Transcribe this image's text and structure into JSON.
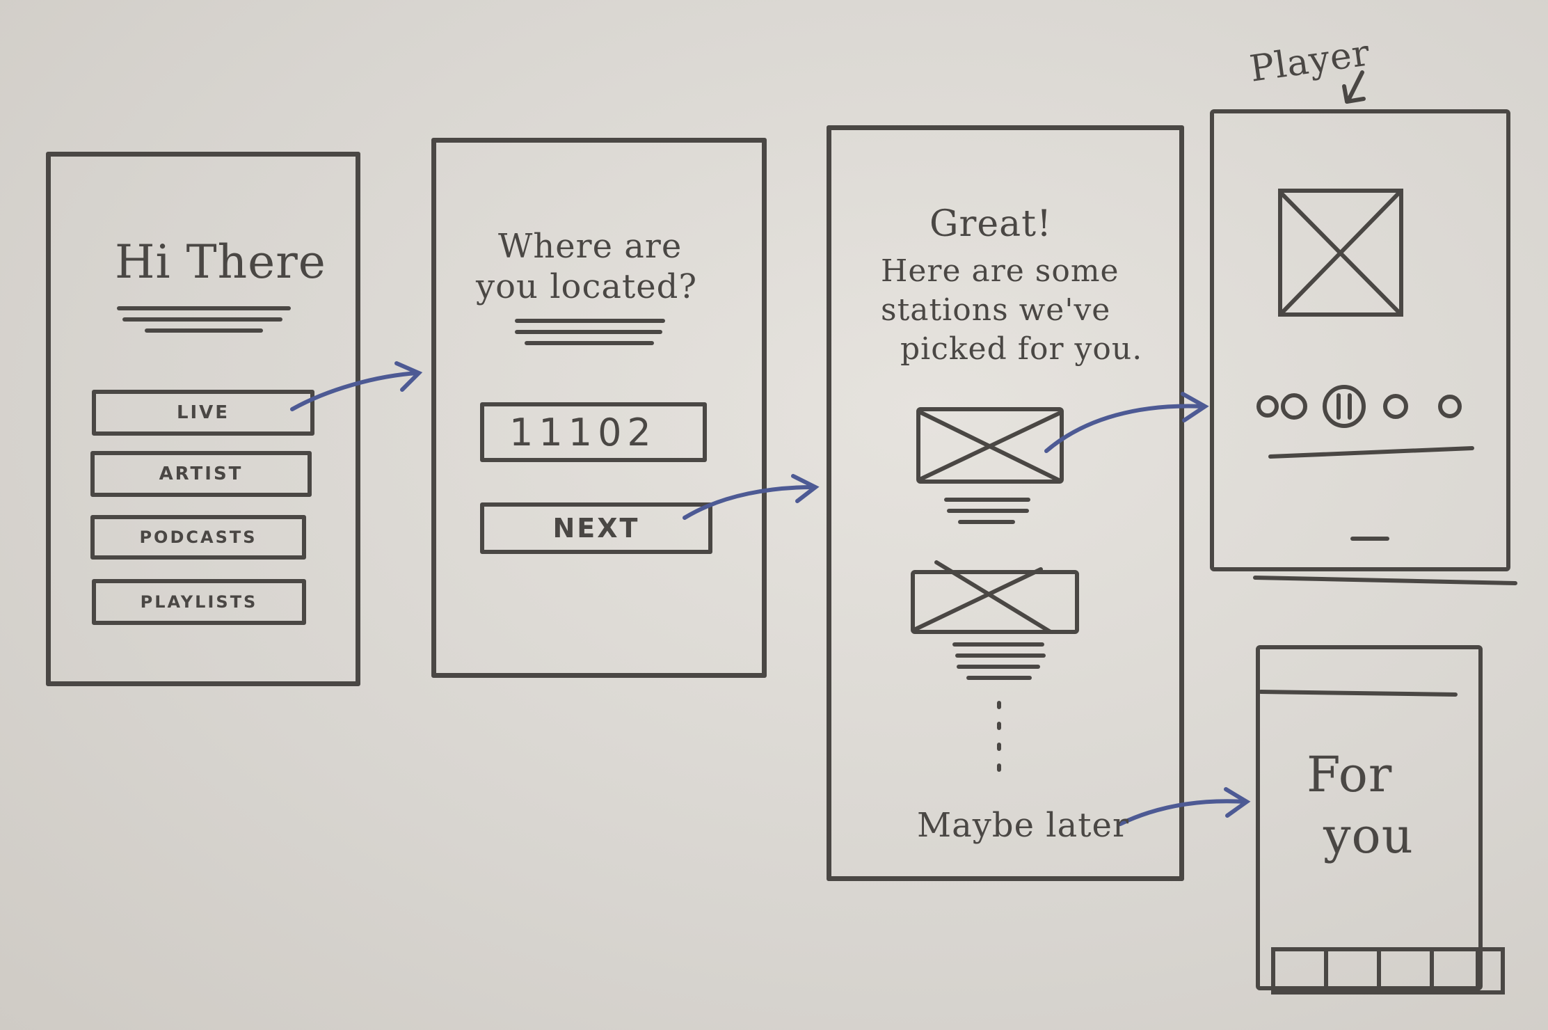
{
  "annotations": {
    "player_label": "Player"
  },
  "screen_welcome": {
    "title": "Hi There",
    "buttons": [
      "LIVE",
      "ARTIST",
      "PODCASTS",
      "PLAYLISTS"
    ]
  },
  "screen_location": {
    "title_line1": "Where are",
    "title_line2": "you located?",
    "zip_value": "11102",
    "next_label": "NEXT"
  },
  "screen_stations": {
    "title": "Great!",
    "subtitle_line1": "Here are some",
    "subtitle_line2": "stations we've",
    "subtitle_line3": "picked for you.",
    "dismiss_label": "Maybe later"
  },
  "screen_foryou": {
    "title_line1": "For",
    "title_line2": "you"
  },
  "colors": {
    "ink": "#4a4744",
    "arrow": "#4d5a94",
    "paper": "#dedbd6"
  }
}
